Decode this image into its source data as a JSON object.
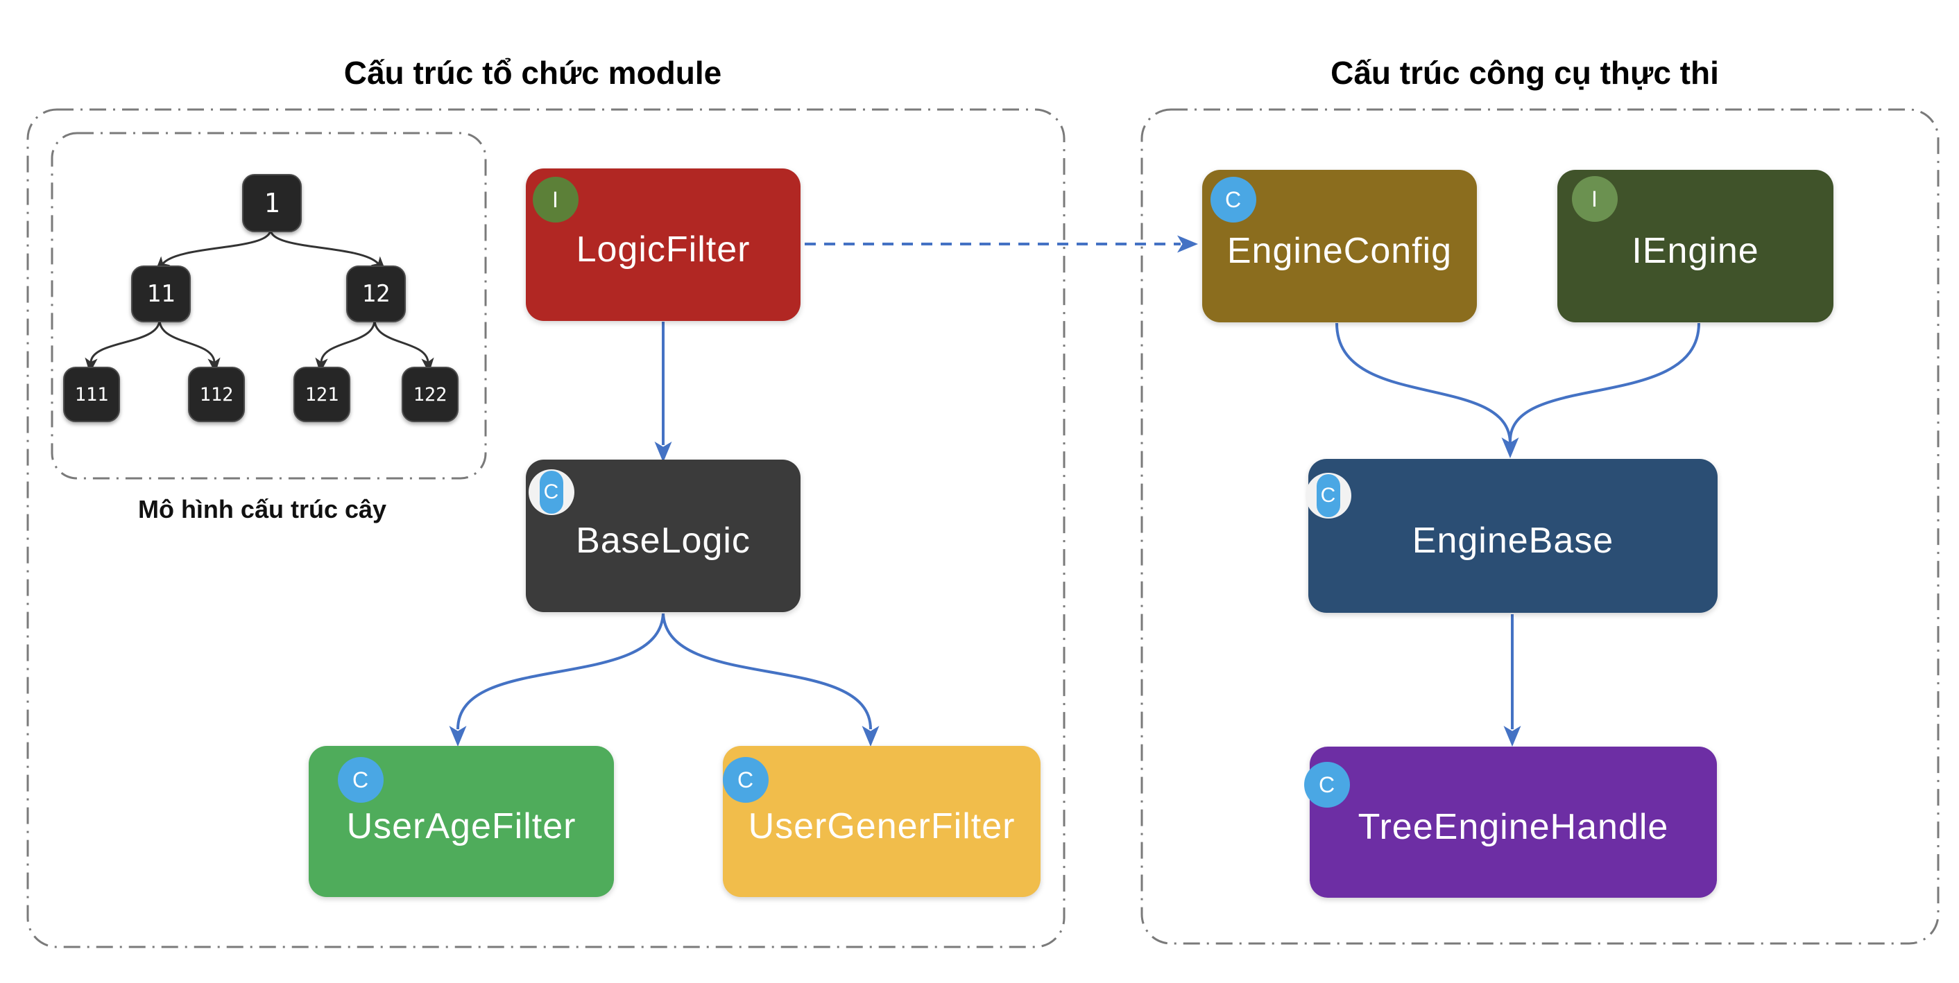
{
  "titles": {
    "left": "Cấu trúc tổ chức module",
    "right": "Cấu trúc công cụ thực thi"
  },
  "tree_panel": {
    "caption": "Mô hình cấu trúc cây",
    "nodes": [
      {
        "label": "1"
      },
      {
        "label": "11"
      },
      {
        "label": "12"
      },
      {
        "label": "111"
      },
      {
        "label": "112"
      },
      {
        "label": "121"
      },
      {
        "label": "122"
      }
    ],
    "edges": [
      [
        "1",
        "11"
      ],
      [
        "1",
        "12"
      ],
      [
        "11",
        "111"
      ],
      [
        "11",
        "112"
      ],
      [
        "12",
        "121"
      ],
      [
        "12",
        "122"
      ]
    ]
  },
  "classes": [
    {
      "name": "LogicFilter",
      "stereotype": "I",
      "color": "#B12723"
    },
    {
      "name": "BaseLogic",
      "stereotype": "C",
      "color": "#3B3B3B"
    },
    {
      "name": "UserAgeFilter",
      "stereotype": "C",
      "color": "#4FAC5B"
    },
    {
      "name": "UserGenerFilter",
      "stereotype": "C",
      "color": "#F1BD4B"
    },
    {
      "name": "EngineConfig",
      "stereotype": "C",
      "color": "#8B6D1E"
    },
    {
      "name": "IEngine",
      "stereotype": "I",
      "color": "#40532A"
    },
    {
      "name": "EngineBase",
      "stereotype": "C",
      "color": "#2B4E74"
    },
    {
      "name": "TreeEngineHandle",
      "stereotype": "C",
      "color": "#6D2EA4"
    }
  ],
  "relations": [
    {
      "from": "LogicFilter",
      "to": "BaseLogic",
      "style": "solid-arrow"
    },
    {
      "from": "LogicFilter",
      "to": "EngineConfig",
      "style": "dashed-arrow"
    },
    {
      "from": "BaseLogic",
      "to": "UserAgeFilter",
      "style": "solid-arrow"
    },
    {
      "from": "BaseLogic",
      "to": "UserGenerFilter",
      "style": "solid-arrow"
    },
    {
      "from": "EngineConfig",
      "to": "EngineBase",
      "style": "solid-arrow"
    },
    {
      "from": "IEngine",
      "to": "EngineBase",
      "style": "solid-arrow"
    },
    {
      "from": "EngineBase",
      "to": "TreeEngineHandle",
      "style": "solid-arrow"
    }
  ],
  "colors": {
    "badge_blue": "#4AA7E4",
    "badge_green_dark": "#5C8038",
    "badge_green_light": "#6B9150",
    "arrow_blue": "#4472C4",
    "container_border": "#7A7A7A",
    "tree_node_fill": "#262626",
    "tree_edge": "#333333"
  }
}
